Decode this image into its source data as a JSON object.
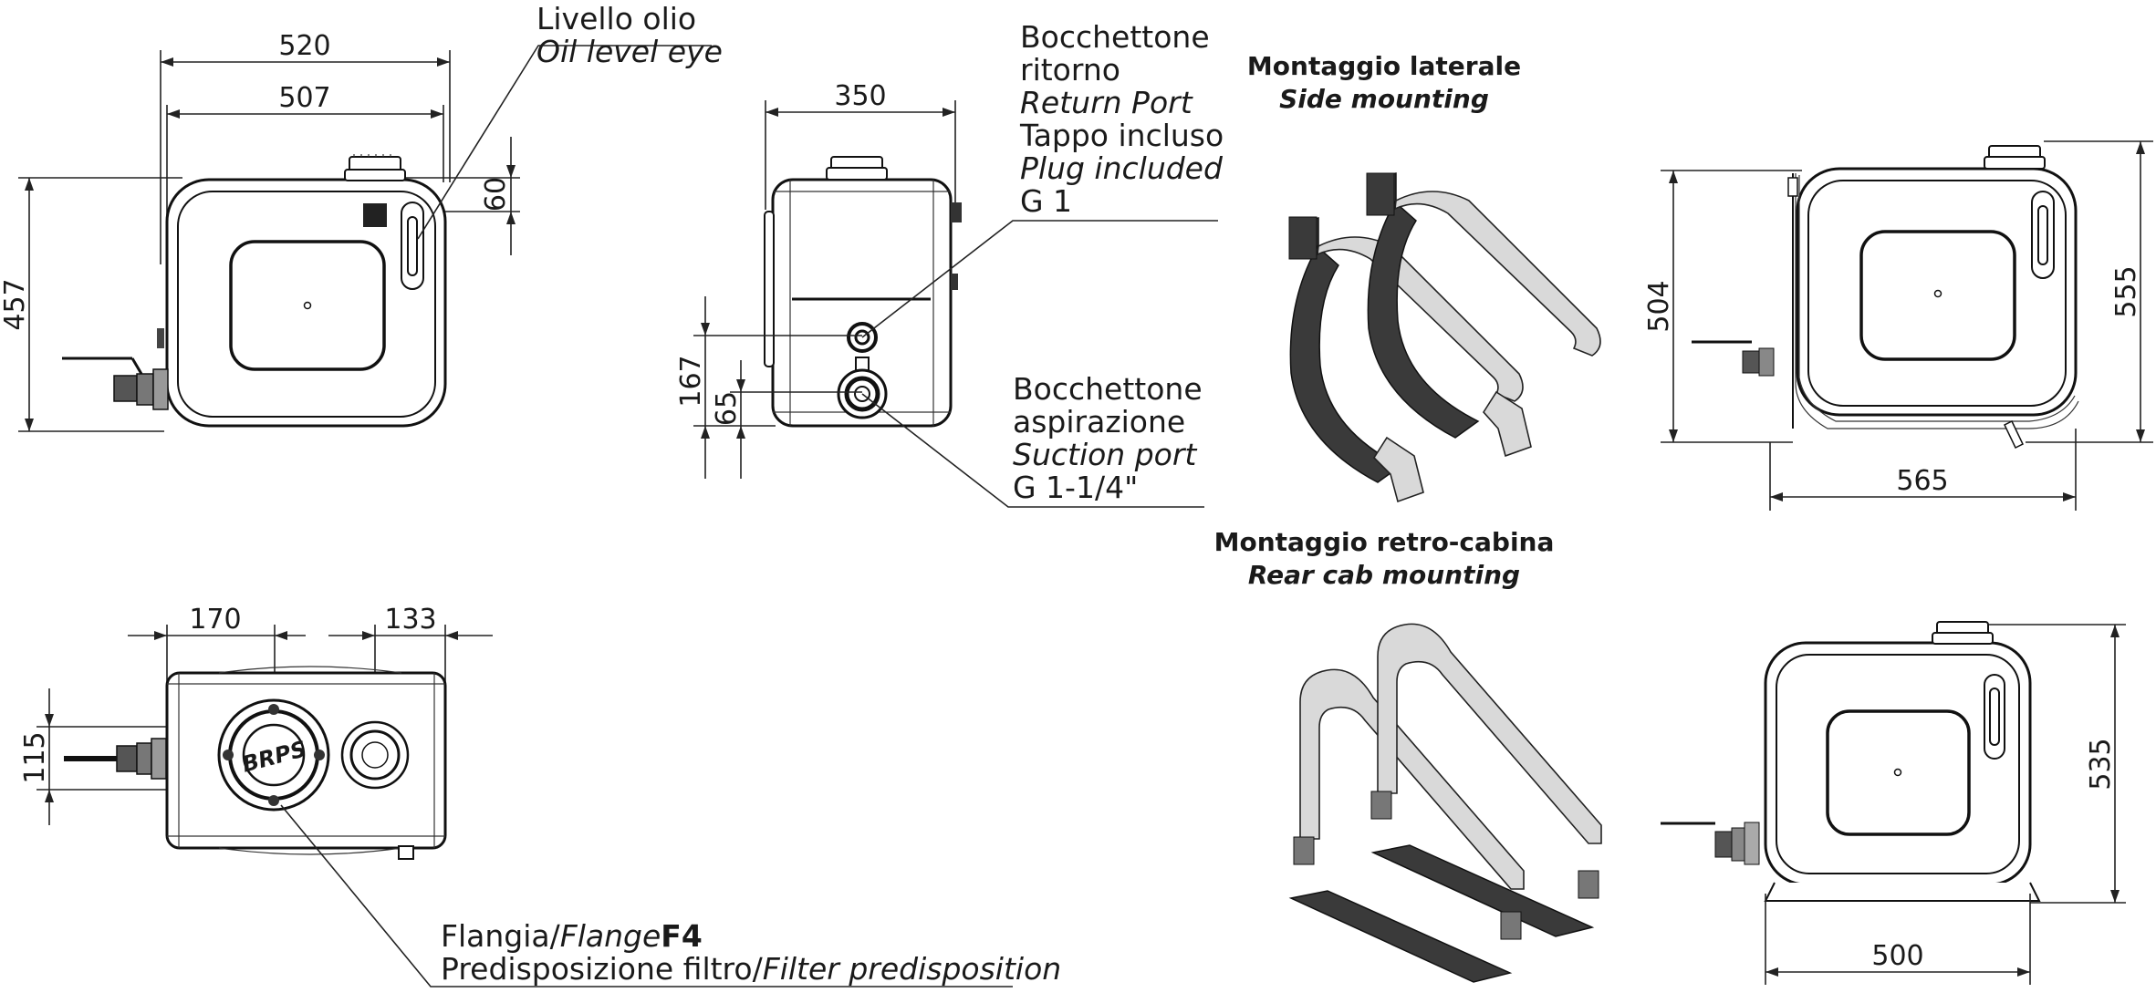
{
  "views": {
    "front": {
      "width_outer": "520",
      "width_inner": "507",
      "height": "457",
      "cap_offset": "60"
    },
    "side": {
      "width": "350",
      "return_height": "167",
      "suction_height": "65"
    },
    "top": {
      "flange_offset": "170",
      "cap_offset": "133",
      "valve_offset": "115"
    },
    "side_mount": {
      "height_tank": "504",
      "height_total": "555",
      "width": "565"
    },
    "rear_mount": {
      "height": "535",
      "width": "500"
    }
  },
  "labels": {
    "oil_level_it": "Livello olio",
    "oil_level_en": "Oil level eye",
    "return_it_1": "Bocchettone",
    "return_it_2": "ritorno",
    "return_en": "Return Port",
    "plug_it": "Tappo incluso",
    "plug_en": "Plug included",
    "return_thread": "G 1",
    "suction_it_1": "Bocchettone",
    "suction_it_2": "aspirazione",
    "suction_en": "Suction port",
    "suction_thread": "G 1-1/4\"",
    "flange_it": "Flangia/",
    "flange_en": "Flange",
    "flange_code": "F4",
    "filter_it": "Predisposizione filtro/",
    "filter_en": "Filter predisposition",
    "side_mount_it": "Montaggio laterale",
    "side_mount_en": "Side mounting",
    "rear_mount_it": "Montaggio retro-cabina",
    "rear_mount_en": "Rear cab mounting"
  },
  "flange_logo": "BRPS"
}
